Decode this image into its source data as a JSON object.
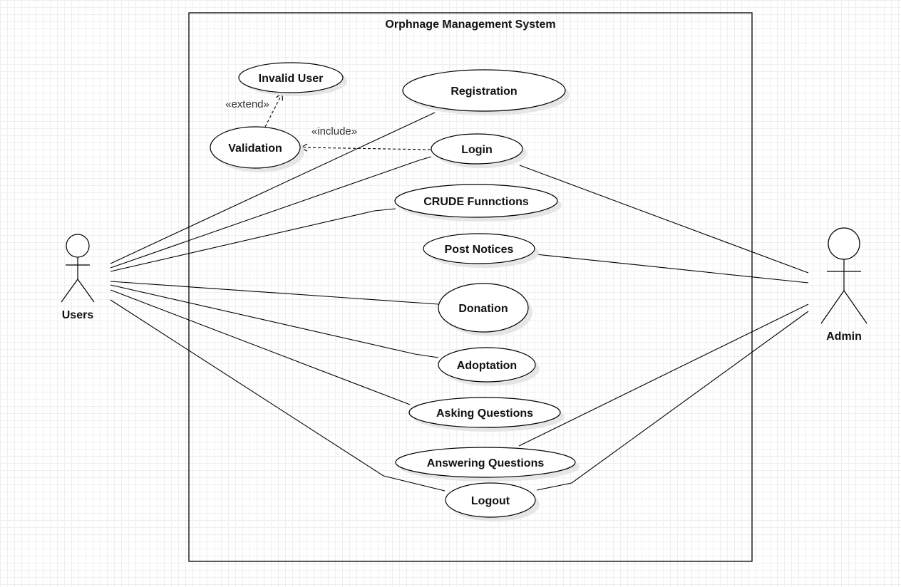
{
  "system": {
    "title": "Orphnage Management System"
  },
  "actors": {
    "users": {
      "label": "Users"
    },
    "admin": {
      "label": "Admin"
    }
  },
  "use_cases": {
    "invalid_user": "Invalid User",
    "registration": "Registration",
    "validation": "Validation",
    "login": "Login",
    "crude_functions": "CRUDE Funnctions",
    "post_notices": "Post Notices",
    "donation": "Donation",
    "adoptation": "Adoptation",
    "asking_questions": "Asking Questions",
    "answering_questions": "Answering Questions",
    "logout": "Logout"
  },
  "relationships": {
    "extend": "«extend»",
    "include": "«include»"
  },
  "colors": {
    "stroke": "#000000",
    "shadow": "#e6e6e6",
    "grid": "#efefef",
    "background": "#ffffff"
  }
}
